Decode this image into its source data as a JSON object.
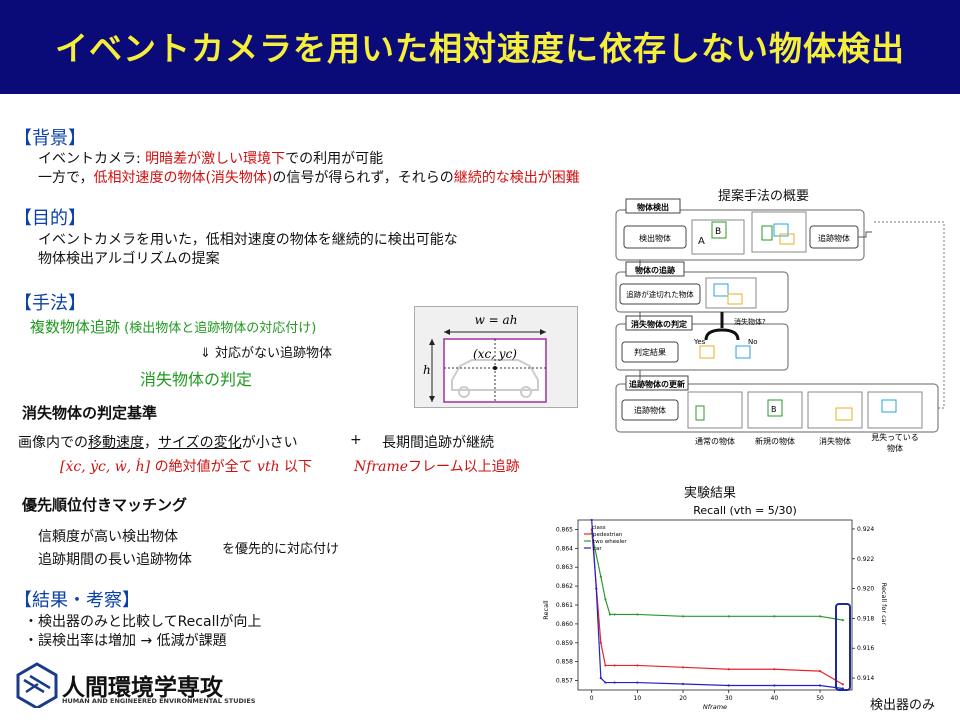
{
  "title": "イベントカメラを用いた相対速度に依存しない物体検出",
  "background": {
    "heading": "【背景】",
    "line1_a": "イベントカメラ: ",
    "line1_b": "明暗差が激しい環境下",
    "line1_c": "での利用が可能",
    "line2_a": "一方で，",
    "line2_b": "低相対速度の物体(消失物体)",
    "line2_c": "の信号が得られず，それらの",
    "line2_d": "継続的な検出が困難"
  },
  "purpose": {
    "heading": "【目的】",
    "line1": "イベントカメラを用いた，低相対速度の物体を継続的に検出可能な",
    "line2": "物体検出アルゴリズムの提案"
  },
  "method": {
    "heading": "【手法】",
    "tracking_a": "複数物体追跡",
    "tracking_b": " (検出物体と追跡物体の対応付け)",
    "arrow": "⇓",
    "arrow_note": "対応がない追跡物体",
    "judge": "消失物体の判定",
    "criteria_heading": "消失物体の判定基準",
    "criteria_line_a": "画像内での",
    "criteria_line_b": "移動速度",
    "criteria_line_c": "，",
    "criteria_line_d": "サイズの変化",
    "criteria_line_e": "が小さい",
    "plus": "+",
    "long_track": "長期間追跡が継続",
    "velocity_vars": "[ẋc, ẏc, ẇ, ḣ]",
    "velocity_rest": " の絶対値が全て ",
    "vth": "vth",
    "below": " 以下",
    "nframe": "Nframe",
    "frames_rest": "フレーム以上追跡",
    "matching_heading": "優先順位付きマッチング",
    "matching_line1": "信頼度が高い検出物体",
    "matching_line2": "追跡期間の長い追跡物体",
    "matching_note": "を優先的に対応付け",
    "bbox_w_label": "w = ah",
    "bbox_h_label": "h",
    "bbox_center_label": "(xc, yc)"
  },
  "results": {
    "heading": "【結果・考察】",
    "item1": "・検出器のみと比較してRecallが向上",
    "item2": "・誤検出率は増加 → 低減が課題"
  },
  "logo": {
    "name": "人間環境学専攻",
    "sub": "HUMAN AND ENGINEERED ENVIRONMENTAL STUDIES"
  },
  "flow": {
    "caption": "提案手法の概要",
    "step1": "物体検出",
    "det_box": "検出物体",
    "label_a": "A",
    "label_b": "B",
    "track_box": "追跡物体",
    "step2": "物体の追跡",
    "lost_box": "追跡が途切れた物体",
    "step3": "消失物体の判定",
    "question": "消失物体?",
    "yes": "Yes",
    "no": "No",
    "judge_box": "判定結果",
    "step4": "追跡物体の更新",
    "update_box": "追跡物体",
    "cat1": "通常の物体",
    "cat2": "新規の物体",
    "cat3": "消失物体",
    "cat4a": "見失っている",
    "cat4b": "物体"
  },
  "experiment": {
    "caption": "実験結果",
    "detector_only": "検出器のみ"
  },
  "colors": {
    "banner": "#0a0a78",
    "title": "#f6ef3a",
    "heading": "#0a40a8",
    "highlight_red": "#d01010",
    "highlight_green": "#1f9a1f"
  },
  "chart_data": {
    "type": "line",
    "title": "Recall (vth = 5/30)",
    "xlabel": "Nframe",
    "ylabel": "Recall",
    "ylabel_right": "Recall for car",
    "xlim": [
      -3,
      57
    ],
    "ylim": [
      0.8565,
      0.8655
    ],
    "ylim_right": [
      0.9132,
      0.9246
    ],
    "xticks": [
      0,
      10,
      20,
      30,
      40,
      50
    ],
    "yticks": [
      0.857,
      0.858,
      0.859,
      0.86,
      0.861,
      0.862,
      0.863,
      0.864,
      0.865
    ],
    "yticks_right": [
      0.914,
      0.916,
      0.918,
      0.92,
      0.922,
      0.924
    ],
    "legend_title": "class",
    "legend_position": "top-left",
    "series": [
      {
        "name": "pedestrian",
        "color": "#e8242a",
        "axis": "left",
        "x": [
          0,
          2,
          3,
          5,
          10,
          20,
          30,
          40,
          50,
          55
        ],
        "y": [
          0.865,
          0.859,
          0.8578,
          0.8578,
          0.8578,
          0.8577,
          0.8576,
          0.8576,
          0.8575,
          0.8568
        ]
      },
      {
        "name": "two wheeler",
        "color": "#2a9a2a",
        "axis": "left",
        "x": [
          0,
          2,
          3,
          4,
          5,
          10,
          20,
          30,
          40,
          50,
          55
        ],
        "y": [
          0.8648,
          0.8625,
          0.8613,
          0.8605,
          0.8605,
          0.8605,
          0.8604,
          0.8604,
          0.8604,
          0.8604,
          0.8602
        ]
      },
      {
        "name": "car",
        "color": "#2222cc",
        "axis": "right",
        "x": [
          0,
          1,
          2,
          3,
          5,
          10,
          20,
          30,
          40,
          50,
          55
        ],
        "y": [
          0.9246,
          0.92,
          0.914,
          0.9137,
          0.9137,
          0.9137,
          0.9136,
          0.9135,
          0.9135,
          0.9135,
          0.9133
        ]
      }
    ]
  }
}
